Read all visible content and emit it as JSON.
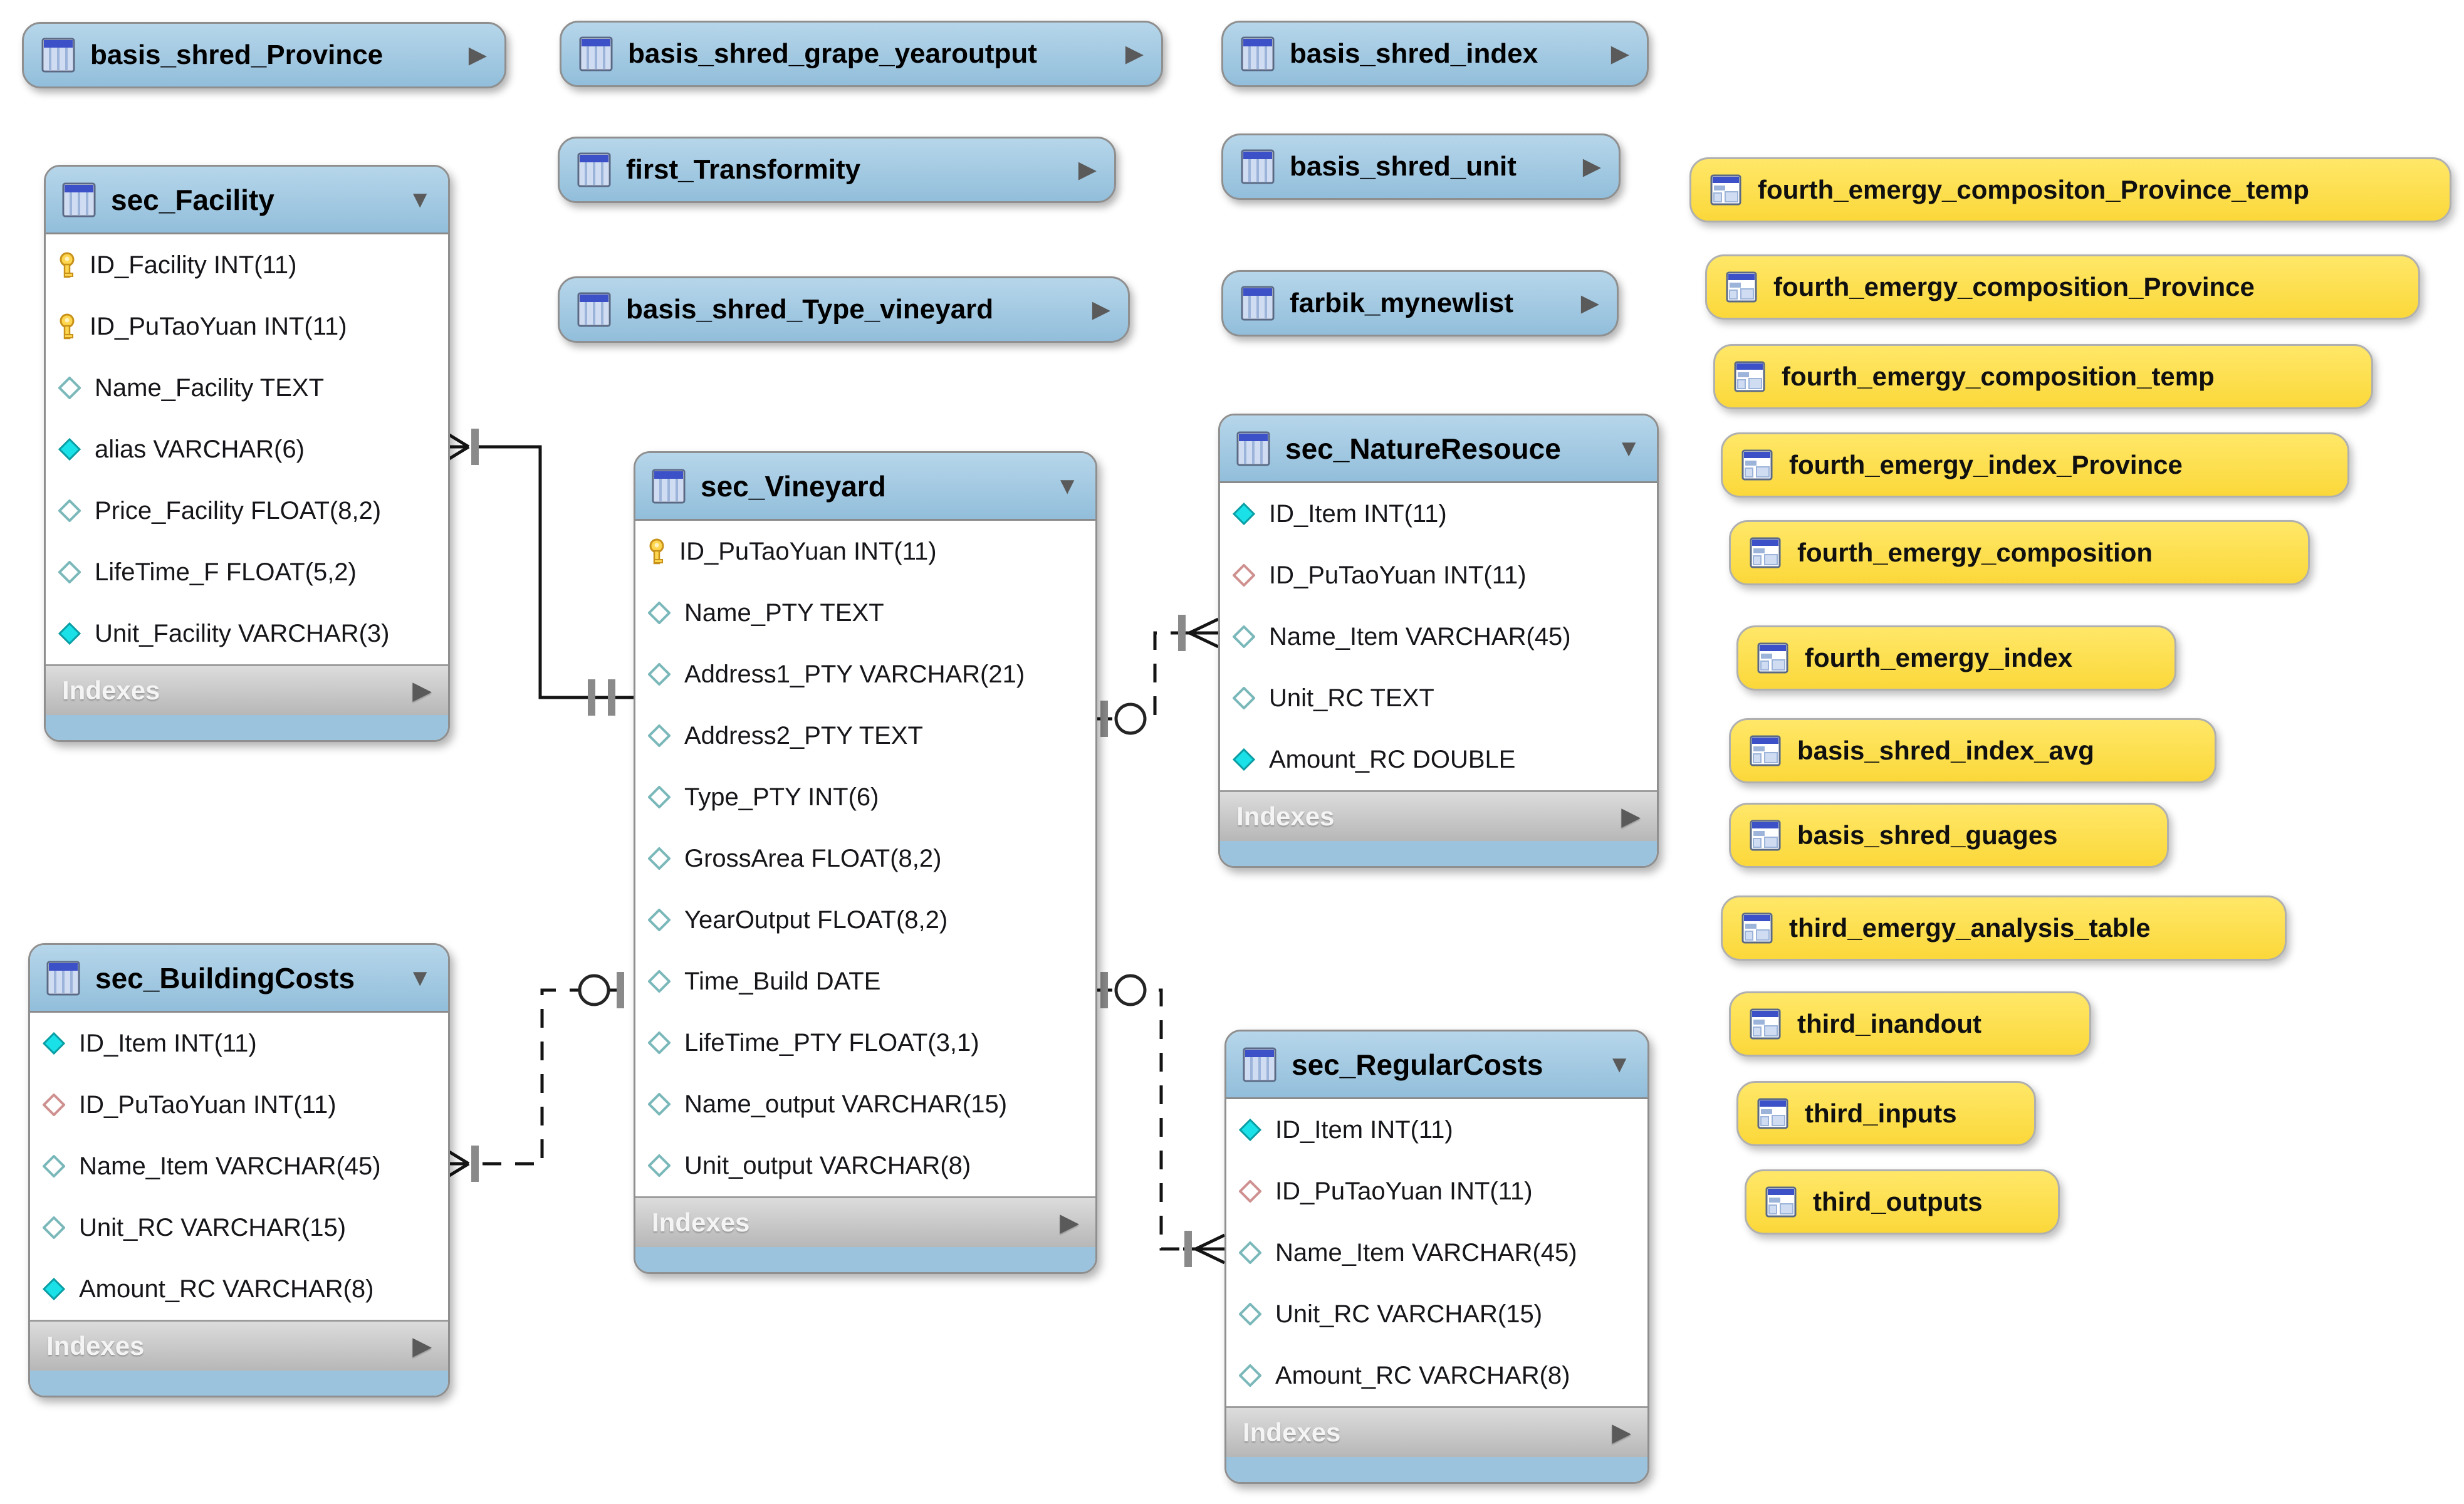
{
  "icons": {
    "expand_arrow": "▶",
    "collapse_arrow": "▼"
  },
  "colors": {
    "table_header_blue": "#9cc3dd",
    "collapsed_pill_blue": "#9cc3dd",
    "view_yellow": "#fcdc4a",
    "indexes_bar_gray": "#c4c4c4",
    "relationship_line": "#141414",
    "connector_gray": "#8a8a8a",
    "key_icon_yellow": "#ffd24d",
    "filled_diamond_cyan": "#1ae0e8",
    "open_diamond_teal": "#7ab8ba",
    "open_diamond_red": "#cf9090"
  },
  "collapsed_tables": [
    {
      "label": "basis_shred_Province"
    },
    {
      "label": "basis_shred_grape_yearoutput"
    },
    {
      "label": "basis_shred_index"
    },
    {
      "label": "first_Transformity"
    },
    {
      "label": "basis_shred_unit"
    },
    {
      "label": "basis_shred_Type_vineyard"
    },
    {
      "label": "farbik_mynewlist"
    }
  ],
  "tables": [
    {
      "title": "sec_Facility",
      "footer": "Indexes",
      "columns": [
        {
          "icon": "key",
          "text": "ID_Facility INT(11)"
        },
        {
          "icon": "key",
          "text": "ID_PuTaoYuan INT(11)"
        },
        {
          "icon": "diamond-open",
          "text": "Name_Facility TEXT"
        },
        {
          "icon": "diamond-filled",
          "text": "alias VARCHAR(6)"
        },
        {
          "icon": "diamond-open",
          "text": "Price_Facility FLOAT(8,2)"
        },
        {
          "icon": "diamond-open",
          "text": "LifeTime_F FLOAT(5,2)"
        },
        {
          "icon": "diamond-filled",
          "text": "Unit_Facility VARCHAR(3)"
        }
      ]
    },
    {
      "title": "sec_Vineyard",
      "footer": "Indexes",
      "columns": [
        {
          "icon": "key",
          "text": "ID_PuTaoYuan INT(11)"
        },
        {
          "icon": "diamond-open",
          "text": "Name_PTY TEXT"
        },
        {
          "icon": "diamond-open",
          "text": "Address1_PTY VARCHAR(21)"
        },
        {
          "icon": "diamond-open",
          "text": "Address2_PTY TEXT"
        },
        {
          "icon": "diamond-open",
          "text": "Type_PTY INT(6)"
        },
        {
          "icon": "diamond-open",
          "text": "GrossArea FLOAT(8,2)"
        },
        {
          "icon": "diamond-open",
          "text": "YearOutput FLOAT(8,2)"
        },
        {
          "icon": "diamond-open",
          "text": "Time_Build DATE"
        },
        {
          "icon": "diamond-open",
          "text": "LifeTime_PTY FLOAT(3,1)"
        },
        {
          "icon": "diamond-open",
          "text": "Name_output VARCHAR(15)"
        },
        {
          "icon": "diamond-open",
          "text": "Unit_output VARCHAR(8)"
        }
      ]
    },
    {
      "title": "sec_NatureResouce",
      "footer": "Indexes",
      "columns": [
        {
          "icon": "diamond-filled",
          "text": "ID_Item INT(11)"
        },
        {
          "icon": "diamond-open-red",
          "text": "ID_PuTaoYuan INT(11)"
        },
        {
          "icon": "diamond-open",
          "text": "Name_Item VARCHAR(45)"
        },
        {
          "icon": "diamond-open",
          "text": "Unit_RC TEXT"
        },
        {
          "icon": "diamond-filled",
          "text": "Amount_RC DOUBLE"
        }
      ]
    },
    {
      "title": "sec_BuildingCosts",
      "footer": "Indexes",
      "columns": [
        {
          "icon": "diamond-filled",
          "text": "ID_Item INT(11)"
        },
        {
          "icon": "diamond-open-red",
          "text": "ID_PuTaoYuan INT(11)"
        },
        {
          "icon": "diamond-open",
          "text": "Name_Item VARCHAR(45)"
        },
        {
          "icon": "diamond-open",
          "text": "Unit_RC VARCHAR(15)"
        },
        {
          "icon": "diamond-filled",
          "text": "Amount_RC VARCHAR(8)"
        }
      ]
    },
    {
      "title": "sec_RegularCosts",
      "footer": "Indexes",
      "columns": [
        {
          "icon": "diamond-filled",
          "text": "ID_Item INT(11)"
        },
        {
          "icon": "diamond-open-red",
          "text": "ID_PuTaoYuan INT(11)"
        },
        {
          "icon": "diamond-open",
          "text": "Name_Item VARCHAR(45)"
        },
        {
          "icon": "diamond-open",
          "text": "Unit_RC VARCHAR(15)"
        },
        {
          "icon": "diamond-open",
          "text": "Amount_RC VARCHAR(8)"
        }
      ]
    }
  ],
  "views": [
    {
      "label": "fourth_emergy_compositon_Province_temp"
    },
    {
      "label": "fourth_emergy_composition_Province"
    },
    {
      "label": "fourth_emergy_composition_temp"
    },
    {
      "label": "fourth_emergy_index_Province"
    },
    {
      "label": "fourth_emergy_composition"
    },
    {
      "label": "fourth_emergy_index"
    },
    {
      "label": "basis_shred_index_avg"
    },
    {
      "label": "basis_shred_guages"
    },
    {
      "label": "third_emergy_analysis_table"
    },
    {
      "label": "third_inandout"
    },
    {
      "label": "third_inputs"
    },
    {
      "label": "third_outputs"
    }
  ]
}
